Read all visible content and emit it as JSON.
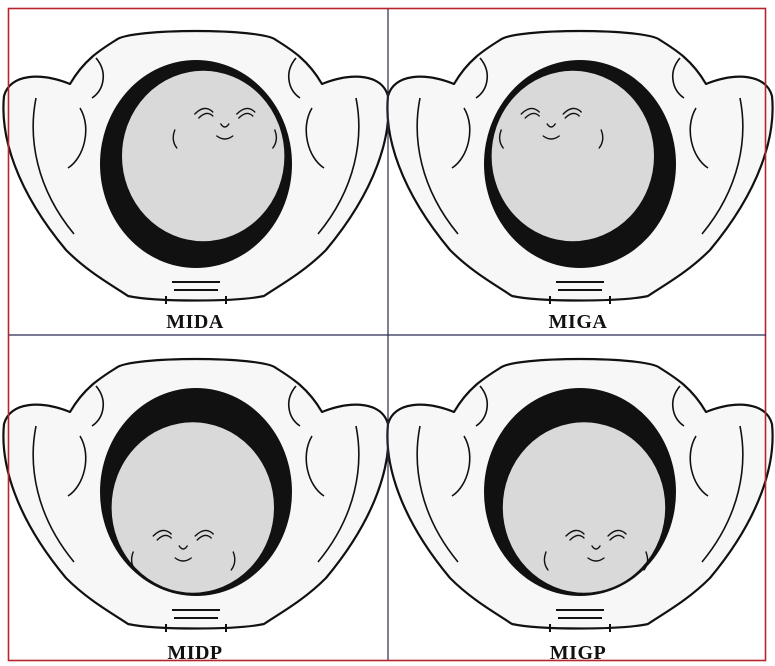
{
  "figure": {
    "border_color": "#b8242c",
    "grid_color": "#2a2a55",
    "pelvis_fill": "#f7f7f7",
    "cavity_color": "#111111",
    "head_fill": "#d9d9d9",
    "line_color": "#111111"
  },
  "panels": [
    {
      "label": "MIDA",
      "face": "right-upper"
    },
    {
      "label": "MIGA",
      "face": "left-upper"
    },
    {
      "label": "MIDP",
      "face": "left-lower"
    },
    {
      "label": "MIGP",
      "face": "right-lower"
    }
  ]
}
